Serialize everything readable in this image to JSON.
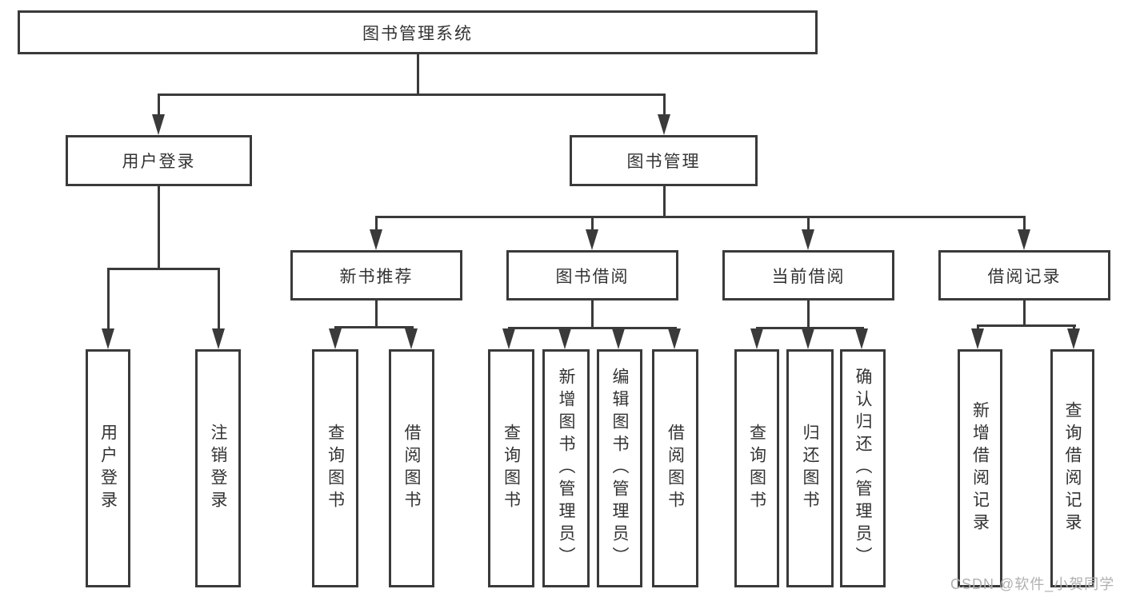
{
  "diagram_title": "图书管理系统",
  "tree": {
    "label": "图书管理系统",
    "children": [
      {
        "label": "用户登录",
        "children": [
          {
            "label": "用户登录"
          },
          {
            "label": "注销登录"
          }
        ]
      },
      {
        "label": "图书管理",
        "children": [
          {
            "label": "新书推荐",
            "children": [
              {
                "label": "查询图书"
              },
              {
                "label": "借阅图书"
              }
            ]
          },
          {
            "label": "图书借阅",
            "children": [
              {
                "label": "查询图书"
              },
              {
                "label": "新增图书（管理员）"
              },
              {
                "label": "编辑图书（管理员）"
              },
              {
                "label": "借阅图书"
              }
            ]
          },
          {
            "label": "当前借阅",
            "children": [
              {
                "label": "查询图书"
              },
              {
                "label": "归还图书"
              },
              {
                "label": "确认归还（管理员）"
              }
            ]
          },
          {
            "label": "借阅记录",
            "children": [
              {
                "label": "新增借阅记录"
              },
              {
                "label": "查询借阅记录"
              }
            ]
          }
        ]
      }
    ]
  },
  "watermark": {
    "text": "CSDN @软件_小贺同学"
  },
  "colors": {
    "line": "#3a3a3a",
    "text": "#333333",
    "background": "#ffffff",
    "watermark": "#b0b0b0"
  }
}
